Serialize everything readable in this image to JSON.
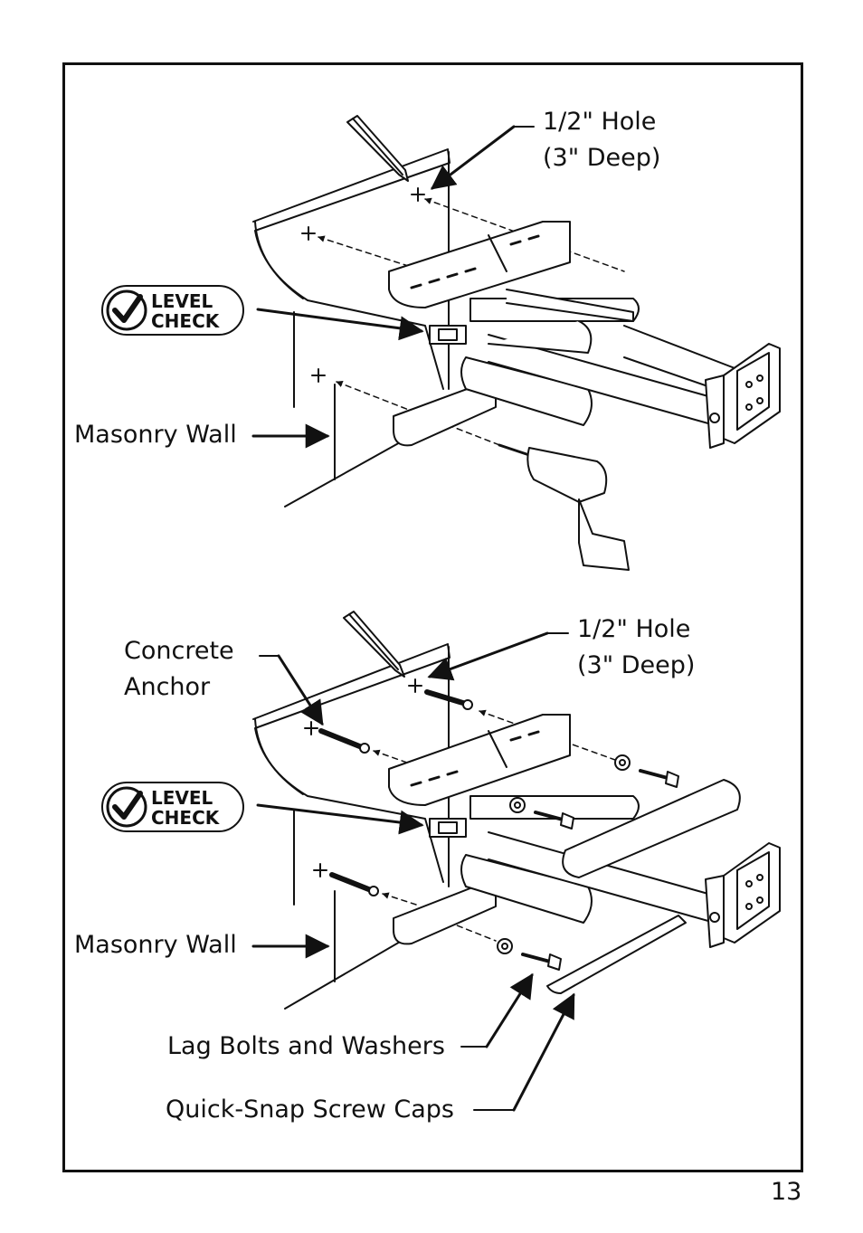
{
  "figure1": {
    "hole_label_line1": "1/2\" Hole",
    "hole_label_line2": "(3\" Deep)",
    "level_check_line1": "LEVEL",
    "level_check_line2": "CHECK",
    "wall_label": "Masonry Wall"
  },
  "figure2": {
    "anchor_label_line1": "Concrete",
    "anchor_label_line2": "Anchor",
    "hole_label_line1": "1/2\" Hole",
    "hole_label_line2": "(3\" Deep)",
    "level_check_line1": "LEVEL",
    "level_check_line2": "CHECK",
    "wall_label": "Masonry Wall",
    "lag_bolts_label": "Lag Bolts and Washers",
    "screw_caps_label": "Quick-Snap Screw Caps"
  },
  "page_number": "13",
  "icons": [
    "pencil-icon",
    "drill-icon",
    "level-check-icon",
    "checkmark-icon",
    "arrow-icon"
  ]
}
